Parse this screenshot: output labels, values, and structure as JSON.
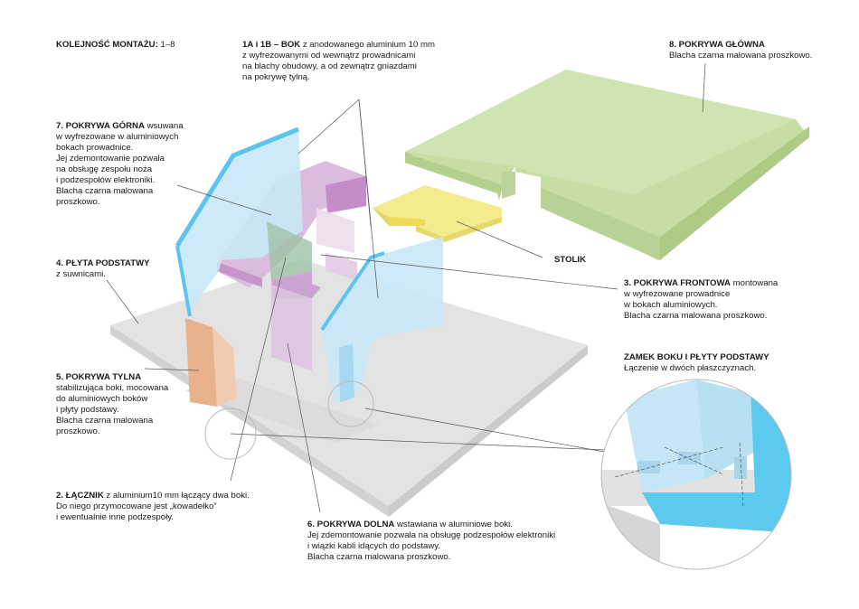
{
  "header": {
    "bold": "KOLEJNOŚĆ MONTAŻU:",
    "rest": " 1–8"
  },
  "labels": {
    "bok": {
      "bold": "1A i 1B – BOK",
      "rest": " z anodowanego aluminium 10 mm\nz wyfrezowanymi od wewnątrz prowadnicami\nna blachy obudowy, a od zewnątrz gniazdami\nna pokrywę tylną."
    },
    "pokrywa_glowna": {
      "bold": "8. POKRYWA GŁÓWNA",
      "rest": "\nBlacha czarna malowana proszkowo."
    },
    "pokrywa_gorna": {
      "bold": "7. POKRYWA GÓRNA",
      "rest": " wsuwana\nw wyfrezowane w aluminiowych\nbokach prowadnice.\nJej zdemontowanie pozwala\nna obsługę zespołu noża\ni podzespołów elektroniki.\nBlacha czarna malowana\nproszkowo."
    },
    "stolik": {
      "bold": "STOLIK",
      "rest": ""
    },
    "plyta_podstawy": {
      "bold": "4. PŁYTA PODSTATWY",
      "rest": "\nz suwnicami."
    },
    "pokrywa_frontowa": {
      "bold": "3. POKRYWA FRONTOWA",
      "rest": " montowana\nw wyfrezowane prowadnice\nw bokach aluminiowych.\nBlacha czarna malowana proszkowo."
    },
    "zamek": {
      "bold": "ZAMEK BOKU I PŁYTY PODSTAWY",
      "rest": "\nŁączenie w dwóch płaszczyznach."
    },
    "pokrywa_tylna": {
      "bold": "5. POKRYWA TYLNA",
      "rest": "\nstabilizująca boki, mocowana\ndo aluminiowych boków\ni płyty podstawy.\nBlacha czarna malowana\nproszkowo."
    },
    "lacznik": {
      "bold": "2. ŁĄCZNIK",
      "rest": " z aluminium10 mm łączący dwa boki.\nDo niego przymocowane jest „kowadełko”\ni ewentualnie inne podzespoły."
    },
    "pokrywa_dolna": {
      "bold": "6. POKRYWA DOLNA",
      "rest": " wstawiana w aluminiowe boki.\nJej zdemontowanie pozwala na obsługę podzespołów elektroniki\ni wiązki kabli idących do podstawy.\nBlacha czarna malowana proszkowo."
    }
  },
  "colors": {
    "green": "#c9dfa8",
    "yellow": "#f2ea8c",
    "blue": "#bfe4f5",
    "blue_edge": "#5cc4ee",
    "purple": "#d8b6dc",
    "orange": "#eab48e",
    "base": "#e4e4e4"
  }
}
